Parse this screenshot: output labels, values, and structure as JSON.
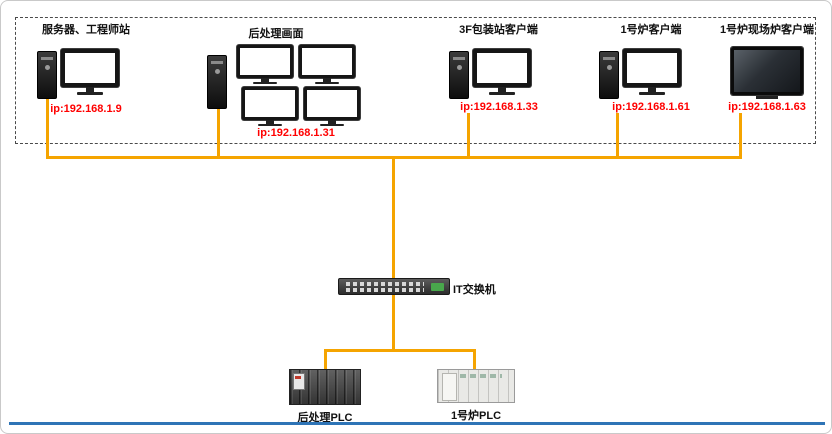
{
  "stations": [
    {
      "label": "服务器、工程师站",
      "ip": "ip:192.168.1.9"
    },
    {
      "label": "后处理画面",
      "ip": "ip:192.168.1.31"
    },
    {
      "label": "3F包装站客户端",
      "ip": "ip:192.168.1.33"
    },
    {
      "label": "1号炉客户端",
      "ip": "ip:192.168.1.61"
    },
    {
      "label": "1号炉现场炉客户端",
      "ip": "ip:192.168.1.63"
    }
  ],
  "switch": {
    "label": "IT交换机"
  },
  "plcs": [
    {
      "label": "后处理PLC"
    },
    {
      "label": "1号炉PLC"
    }
  ],
  "colors": {
    "wire": "#f5a400",
    "ip_text": "#ff0000",
    "bottom_rule": "#2e74b6"
  }
}
